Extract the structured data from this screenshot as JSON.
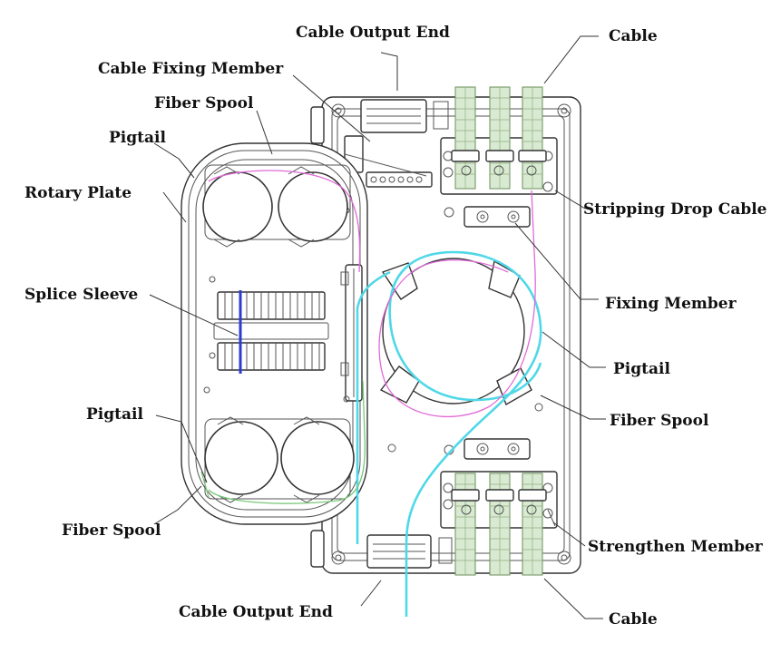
{
  "labels": {
    "cable_output_end_top": "Cable Output End",
    "cable_fixing_member": "Cable Fixing Member",
    "fiber_spool_top": "Fiber Spool",
    "pigtail_top": "Pigtail",
    "rotary_plate": "Rotary Plate",
    "splice_sleeve": "Splice Sleeve",
    "pigtail_bottom": "Pigtail",
    "fiber_spool_bottom": "Fiber Spool",
    "cable_output_end_bottom": "Cable Output End",
    "cable_top": "Cable",
    "stripping_drop_cable": "Stripping Drop Cable",
    "fixing_member": "Fixing Member",
    "pigtail_right": "Pigtail",
    "fiber_spool_right": "Fiber Spool",
    "strengthen_member": "Strengthen Member",
    "cable_bottom": "Cable"
  },
  "colors": {
    "cyan_fiber": "#4fd8e8",
    "magenta_fiber": "#e06ad8",
    "green_fiber": "#78c878",
    "blue_fiber": "#2a3ccf",
    "cable_clamp": "#d9ead3"
  }
}
